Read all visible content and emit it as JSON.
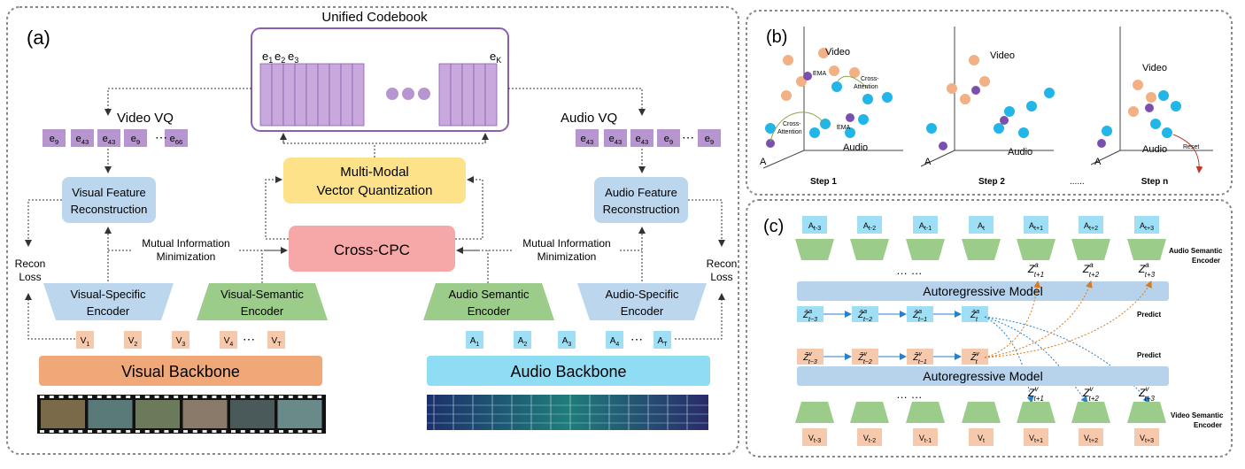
{
  "panel_a": {
    "label": "(a)",
    "codebook": {
      "title": "Unified Codebook",
      "e1": "e",
      "e2": "e",
      "e3": "e",
      "eK": "e",
      "sub1": "1",
      "sub2": "2",
      "sub3": "3",
      "subK": "K"
    },
    "video_vq": {
      "title": "Video VQ",
      "tokens": [
        "e9",
        "e43",
        "e43",
        "e9",
        "e66"
      ],
      "ellipsis": "⋯"
    },
    "audio_vq": {
      "title": "Audio VQ",
      "tokens": [
        "e43",
        "e43",
        "e43",
        "e9",
        "e9"
      ],
      "ellipsis": "⋯"
    },
    "mmvq": {
      "line1": "Multi-Modal",
      "line2": "Vector Quantization"
    },
    "cross_cpc": "Cross-CPC",
    "visual_recon": {
      "line1": "Visual Feature",
      "line2": "Reconstruction"
    },
    "audio_recon": {
      "line1": "Audio Feature",
      "line2": "Reconstruction"
    },
    "mi_left": {
      "line1": "Mutual Information",
      "line2": "Minimization"
    },
    "mi_right": {
      "line1": "Mutual Information",
      "line2": "Minimization"
    },
    "recon_loss_left": {
      "line1": "Recon",
      "line2": "Loss"
    },
    "recon_loss_right": {
      "line1": "Recon",
      "line2": "Loss"
    },
    "visual_specific": {
      "line1": "Visual-Specific",
      "line2": "Encoder"
    },
    "visual_semantic": {
      "line1": "Visual-Semantic",
      "line2": "Encoder"
    },
    "audio_semantic": {
      "line1": "Audio Semantic",
      "line2": "Encoder"
    },
    "audio_specific": {
      "line1": "Audio-Specific",
      "line2": "Encoder"
    },
    "v_tokens": [
      "V1",
      "V2",
      "V3",
      "V4",
      "VT"
    ],
    "a_tokens": [
      "A1",
      "A2",
      "A3",
      "A4",
      "AT"
    ],
    "v_subs": [
      "1",
      "2",
      "3",
      "4",
      "T"
    ],
    "a_subs": [
      "1",
      "2",
      "3",
      "4",
      "T"
    ],
    "visual_backbone": "Visual Backbone",
    "audio_backbone": "Audio Backbone"
  },
  "panel_b": {
    "label": "(b)",
    "step1": {
      "title": "Step 1",
      "video": "Video",
      "audio": "Audio",
      "axis_a": "A",
      "ema_top": "EMA",
      "ema_bottom": "EMA",
      "cross_attn_top": [
        "Cross-",
        "Attention"
      ],
      "cross_attn_bottom": [
        "Cross-",
        "Attention"
      ]
    },
    "step2": {
      "title": "Step 2",
      "video": "Video",
      "audio": "Audio",
      "axis_a": "A"
    },
    "dots": "......",
    "stepn": {
      "title": "Step n",
      "video": "Video",
      "audio": "Audio",
      "axis_a": "A",
      "reset": "Reset"
    }
  },
  "panel_c": {
    "label": "(c)",
    "audio_top": [
      "A_t-3",
      "A_t-2",
      "A_t-1",
      "A_t",
      "A_t+1",
      "A_t+2",
      "A_t+3"
    ],
    "audio_sem_encoder": [
      "Audio Semantic",
      "Encoder"
    ],
    "z_audio": [
      "t+1",
      "t+2",
      "t+3"
    ],
    "ar_model": "Autoregressive Model",
    "zhat_audio": [
      "t−3",
      "t−2",
      "t−1",
      "t"
    ],
    "zhat_video": [
      "t−3",
      "t−2",
      "t−1",
      "t"
    ],
    "predict": "Predict",
    "z_video": [
      "t+1",
      "t+2",
      "t+3"
    ],
    "video_bottom": [
      "V_t-3",
      "V_t-2",
      "V_t-1",
      "V_t",
      "V_t+1",
      "V_t+2",
      "V_t+3"
    ],
    "video_sem_encoder": [
      "Video Semantic",
      "Encoder"
    ],
    "ellipsis": "… …"
  },
  "colors": {
    "codebook": "#c9a8dd",
    "codebook_stroke": "#8a5fb0",
    "token_purple": "#b795d1",
    "blue_box": "#bcd6ee",
    "green_trap": "#9ccc8a",
    "yellow": "#fde28a",
    "red": "#f6a7a7",
    "orange": "#f0a878",
    "orange_token": "#f7c9ac",
    "cyan": "#8fdcf5",
    "cyan_token": "#9fdff5",
    "ar_blue": "#b7d3ec",
    "dot_blue": "#22b5e8",
    "dot_orange": "#f2b084",
    "dot_purple": "#7a4fb0"
  }
}
